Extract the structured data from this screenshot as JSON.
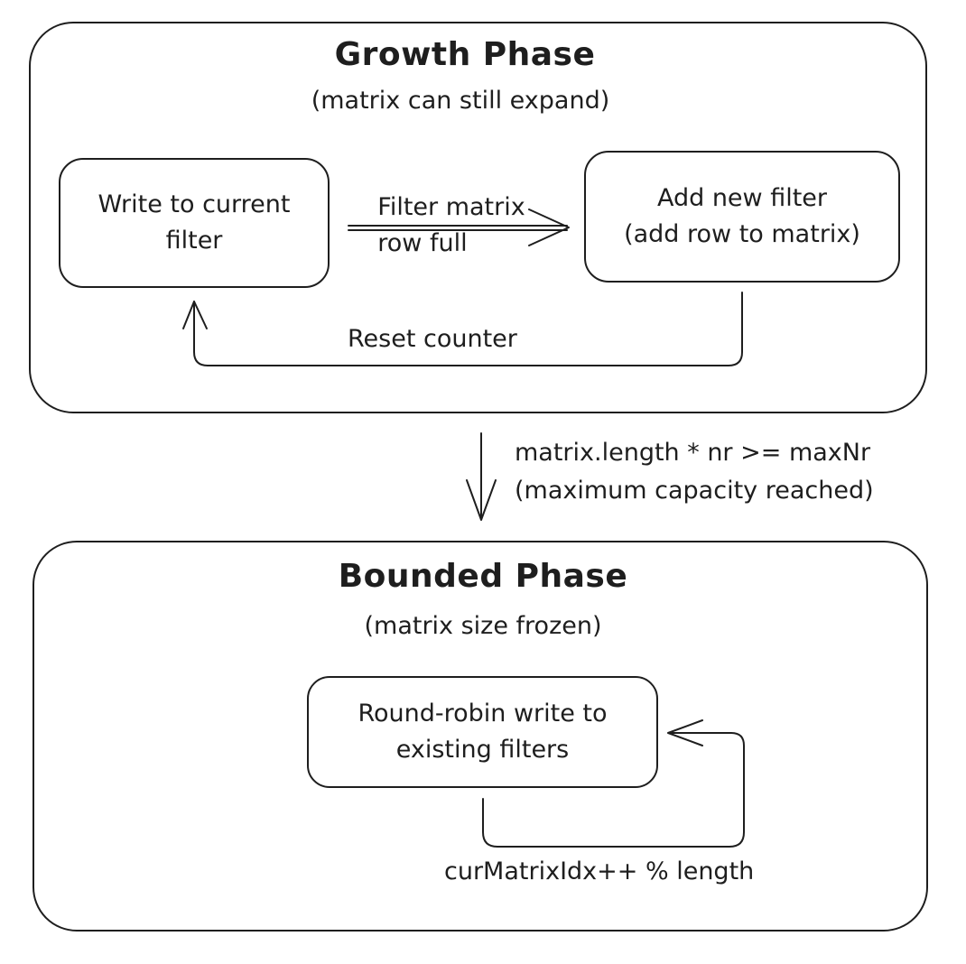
{
  "growth": {
    "title": "Growth Phase",
    "subtitle": "(matrix can still expand)",
    "write_node": "Write to current\nfilter",
    "add_node": "Add new filter\n(add row to matrix)",
    "edge_full": "Filter matrix\nrow full",
    "edge_reset": "Reset counter"
  },
  "transition": {
    "line1": "matrix.length * nr >= maxNr",
    "line2": "(maximum capacity reached)"
  },
  "bounded": {
    "title": "Bounded Phase",
    "subtitle": "(matrix size frozen)",
    "robin_node": "Round-robin write to\nexisting filters",
    "edge_loop": "curMatrixIdx++ % length"
  },
  "colors": {
    "stroke": "#1e1e1e",
    "background": "#ffffff"
  }
}
